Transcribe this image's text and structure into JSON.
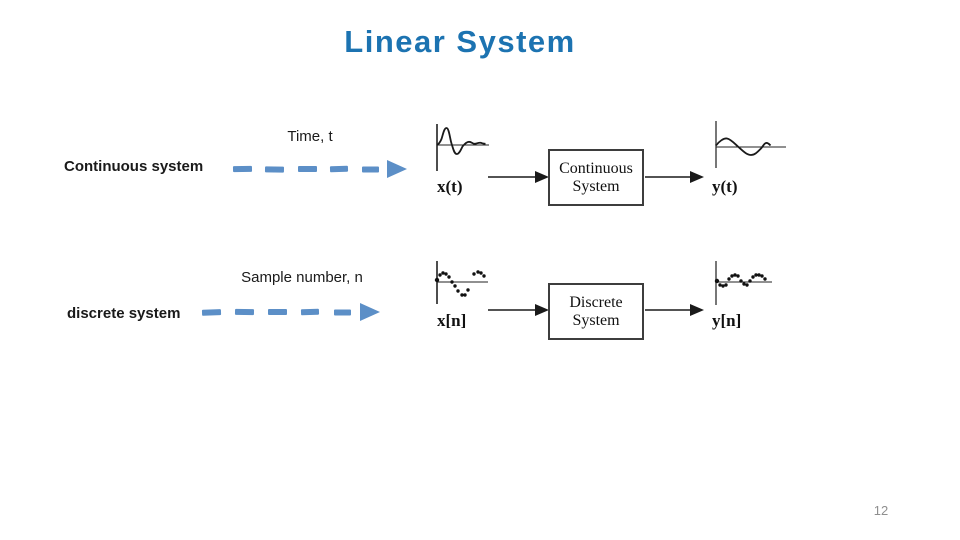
{
  "slide": {
    "title": "Linear System",
    "page_number": "12"
  },
  "colors": {
    "title_blue": "#1c73b1",
    "dashed_arrow_blue": "#5c8fc7",
    "diagram_ink": "#1a1a1a",
    "page_number_gray": "#8f8f8f"
  },
  "rows": {
    "continuous": {
      "axis_label": "Time, t",
      "system_label": "Continuous system",
      "input_label": "x(t)",
      "output_label": "y(t)",
      "box_line1": "Continuous",
      "box_line2": "System"
    },
    "discrete": {
      "axis_label": "Sample number, n",
      "system_label": "discrete system",
      "input_label": "x[n]",
      "output_label": "y[n]",
      "box_line1": "Discrete",
      "box_line2": "System"
    }
  }
}
